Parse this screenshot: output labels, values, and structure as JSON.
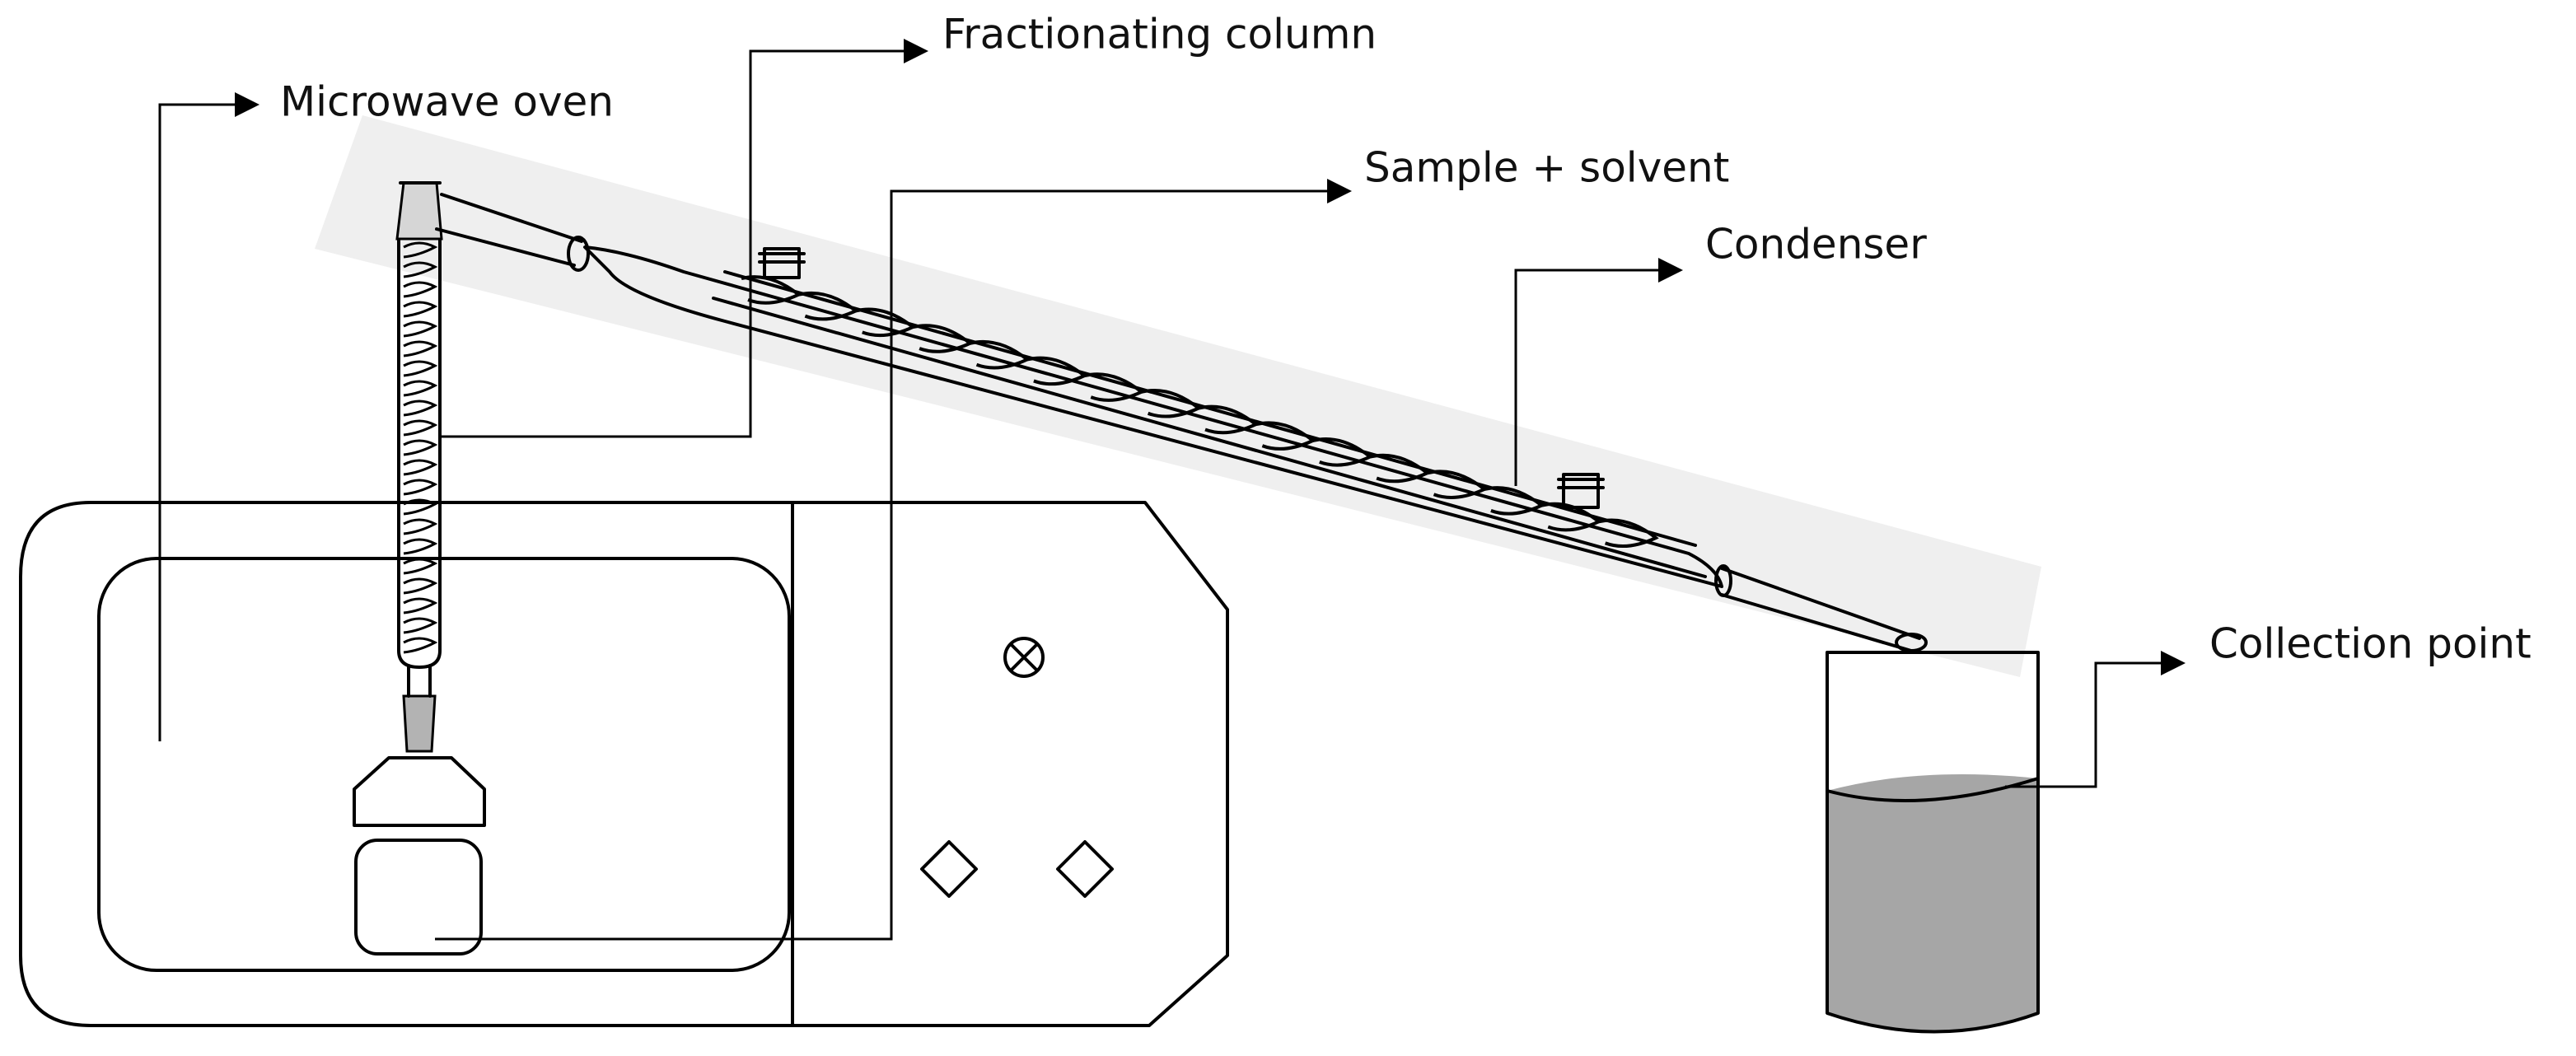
{
  "labels": {
    "microwave_oven": "Microwave oven",
    "fractionating_column": "Fractionating column",
    "sample_solvent": "Sample + solvent",
    "condenser": "Condenser",
    "collection_point": "Collection point"
  },
  "colors": {
    "line": "#000000",
    "liquid": "#a6a6a6",
    "band": "#efefef",
    "background": "#ffffff"
  },
  "icons": {
    "control_dial": "circle-x-icon",
    "control_buttons": "diamond-icon"
  }
}
